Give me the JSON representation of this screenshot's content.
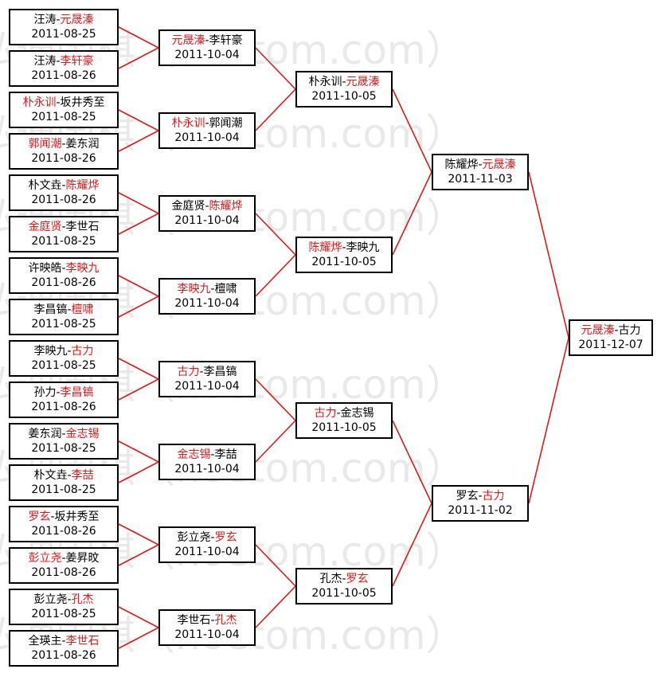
{
  "watermark": "弘通围棋（hoetom.com）",
  "colors": {
    "winner": "#e01818",
    "line": "#e01818",
    "border": "#000000"
  },
  "rounds": [
    {
      "matches": [
        {
          "p1": "汪涛",
          "p2": "元晟溱",
          "winner": 2,
          "date": "2011-08-25"
        },
        {
          "p1": "汪涛",
          "p2": "李轩豪",
          "winner": 2,
          "date": "2011-08-26"
        },
        {
          "p1": "朴永训",
          "p2": "坂井秀至",
          "winner": 1,
          "date": "2011-08-25"
        },
        {
          "p1": "郭闻潮",
          "p2": "姜东润",
          "winner": 1,
          "date": "2011-08-26"
        },
        {
          "p1": "朴文垚",
          "p2": "陈耀烨",
          "winner": 2,
          "date": "2011-08-26"
        },
        {
          "p1": "金庭贤",
          "p2": "李世石",
          "winner": 1,
          "date": "2011-08-25"
        },
        {
          "p1": "许映皓",
          "p2": "李映九",
          "winner": 2,
          "date": "2011-08-26"
        },
        {
          "p1": "李昌镐",
          "p2": "檀啸",
          "winner": 2,
          "date": "2011-08-25"
        },
        {
          "p1": "李映九",
          "p2": "古力",
          "winner": 2,
          "date": "2011-08-25"
        },
        {
          "p1": "孙力",
          "p2": "李昌镐",
          "winner": 2,
          "date": "2011-08-26"
        },
        {
          "p1": "姜东润",
          "p2": "金志锡",
          "winner": 2,
          "date": "2011-08-25"
        },
        {
          "p1": "朴文垚",
          "p2": "李喆",
          "winner": 2,
          "date": "2011-08-25"
        },
        {
          "p1": "罗玄",
          "p2": "坂井秀至",
          "winner": 1,
          "date": "2011-08-26"
        },
        {
          "p1": "彭立尧",
          "p2": "姜昇旼",
          "winner": 1,
          "date": "2011-08-26"
        },
        {
          "p1": "彭立尧",
          "p2": "孔杰",
          "winner": 2,
          "date": "2011-08-25"
        },
        {
          "p1": "全瑛主",
          "p2": "李世石",
          "winner": 2,
          "date": "2011-08-26"
        }
      ]
    },
    {
      "matches": [
        {
          "p1": "元晟溱",
          "p2": "李轩豪",
          "winner": 1,
          "date": "2011-10-04"
        },
        {
          "p1": "朴永训",
          "p2": "郭闻潮",
          "winner": 1,
          "date": "2011-10-04"
        },
        {
          "p1": "金庭贤",
          "p2": "陈耀烨",
          "winner": 2,
          "date": "2011-10-04"
        },
        {
          "p1": "李映九",
          "p2": "檀啸",
          "winner": 1,
          "date": "2011-10-04"
        },
        {
          "p1": "古力",
          "p2": "李昌镐",
          "winner": 1,
          "date": "2011-10-04"
        },
        {
          "p1": "金志锡",
          "p2": "李喆",
          "winner": 1,
          "date": "2011-10-04"
        },
        {
          "p1": "彭立尧",
          "p2": "罗玄",
          "winner": 2,
          "date": "2011-10-04"
        },
        {
          "p1": "李世石",
          "p2": "孔杰",
          "winner": 2,
          "date": "2011-10-04"
        }
      ]
    },
    {
      "matches": [
        {
          "p1": "朴永训",
          "p2": "元晟溱",
          "winner": 2,
          "date": "2011-10-05"
        },
        {
          "p1": "陈耀烨",
          "p2": "李映九",
          "winner": 1,
          "date": "2011-10-05"
        },
        {
          "p1": "古力",
          "p2": "金志锡",
          "winner": 1,
          "date": "2011-10-05"
        },
        {
          "p1": "孔杰",
          "p2": "罗玄",
          "winner": 2,
          "date": "2011-10-05"
        }
      ]
    },
    {
      "matches": [
        {
          "p1": "陈耀烨",
          "p2": "元晟溱",
          "winner": 2,
          "date": "2011-11-03"
        },
        {
          "p1": "罗玄",
          "p2": "古力",
          "winner": 2,
          "date": "2011-11-02"
        }
      ]
    },
    {
      "matches": [
        {
          "p1": "元晟溱",
          "p2": "古力",
          "winner": 1,
          "date": "2011-12-07"
        }
      ]
    }
  ]
}
